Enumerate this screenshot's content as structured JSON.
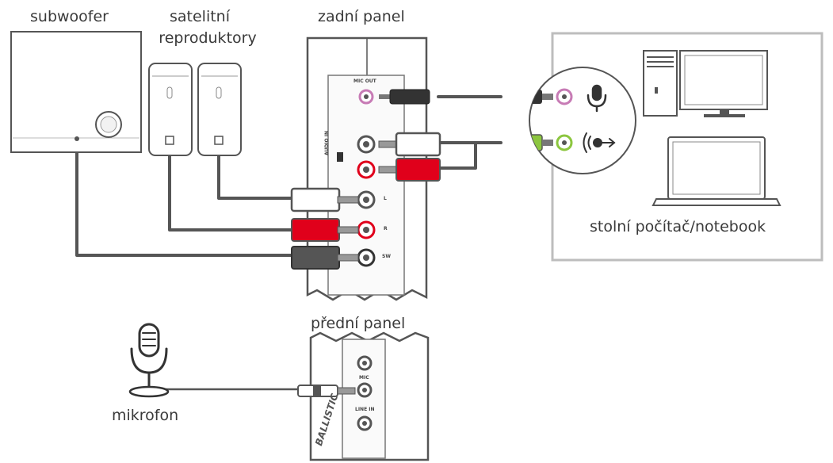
{
  "labels": {
    "subwoofer": "subwoofer",
    "satellites_line1": "satelitní",
    "satellites_line2": "reproduktory",
    "rear_panel": "zadní panel",
    "front_panel": "přední panel",
    "computer": "stolní počítač/notebook",
    "microphone": "mikrofon"
  },
  "rear_jacks": {
    "mic_out": "MIC OUT",
    "audio_in": "AUDIO IN",
    "left": "L",
    "right": "R",
    "sub": "SW"
  },
  "front_jacks": {
    "mic": "MIC",
    "line_in": "LINE IN"
  },
  "brand": "BALLISTIC",
  "colors": {
    "outline": "#555555",
    "cable": "#555555",
    "red_plug": "#e0001b",
    "green_plug": "#8cc63f",
    "mic_jack_pink": "#c77bb5",
    "computer_box_border": "#bdbdbd"
  },
  "icons": [
    "microphone-icon",
    "speaker-out-icon",
    "desktop-tower-icon",
    "monitor-icon",
    "laptop-icon",
    "studio-microphone-icon"
  ]
}
